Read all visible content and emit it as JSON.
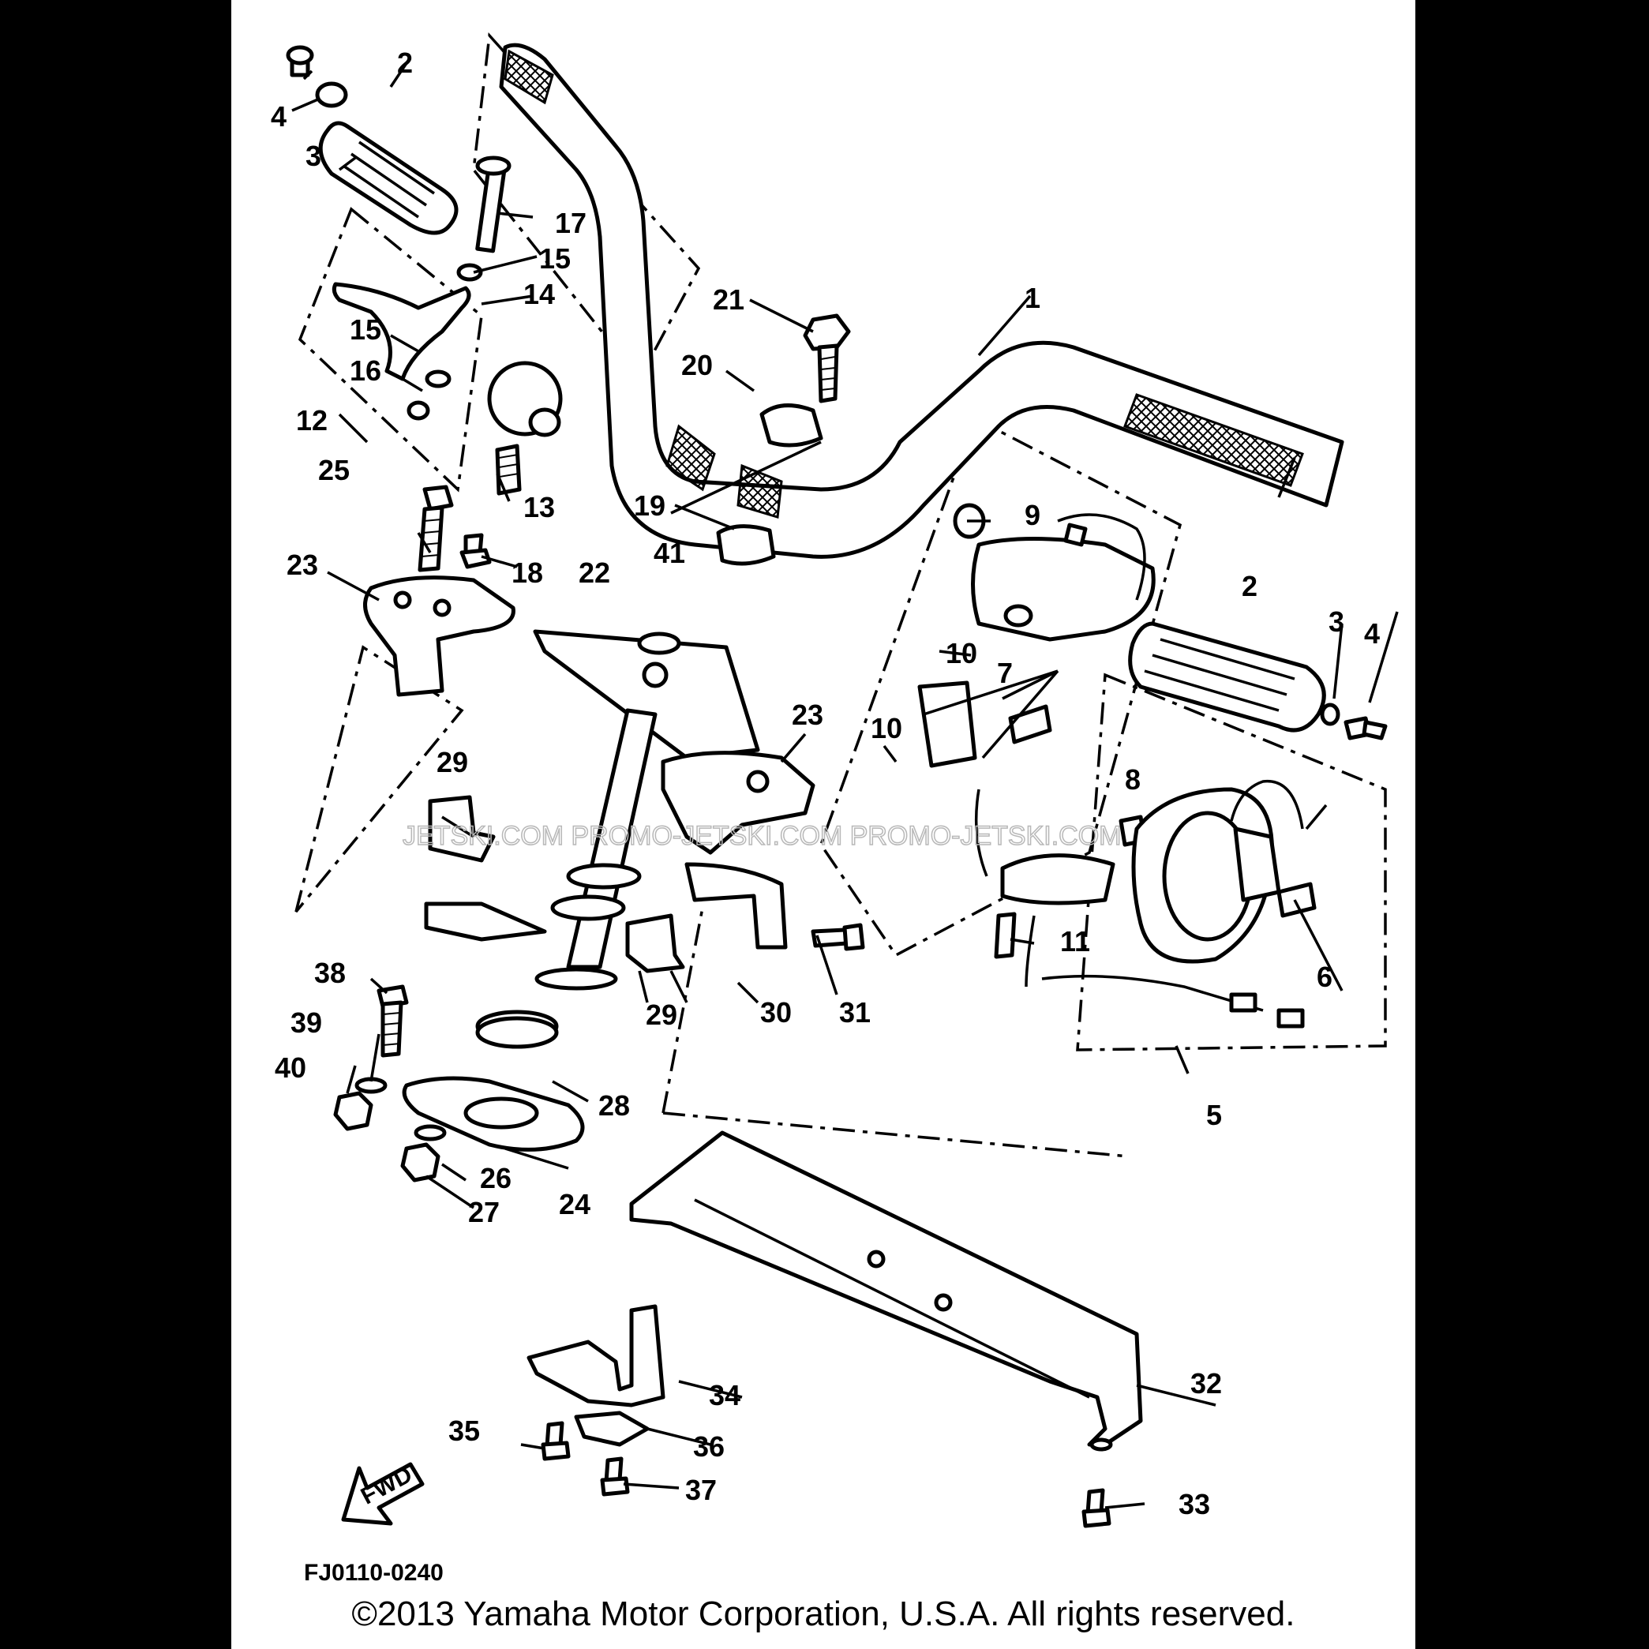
{
  "diagram": {
    "callouts": [
      "1",
      "2",
      "3",
      "4",
      "5",
      "6",
      "7",
      "8",
      "9",
      "10",
      "11",
      "12",
      "13",
      "14",
      "15",
      "16",
      "17",
      "18",
      "19",
      "20",
      "21",
      "22",
      "23",
      "24",
      "25",
      "26",
      "27",
      "28",
      "29",
      "30",
      "31",
      "32",
      "33",
      "34",
      "35",
      "36",
      "37",
      "38",
      "39",
      "40",
      "41"
    ],
    "fwd_label": "FWD",
    "code": "FJ0110-0240",
    "watermark": "JETSKI.COM   PROMO-JETSKI.COM  PROMO-JETSKI.COM",
    "copyright": "©2013 Yamaha Motor Corporation, U.S.A. All rights reserved."
  }
}
